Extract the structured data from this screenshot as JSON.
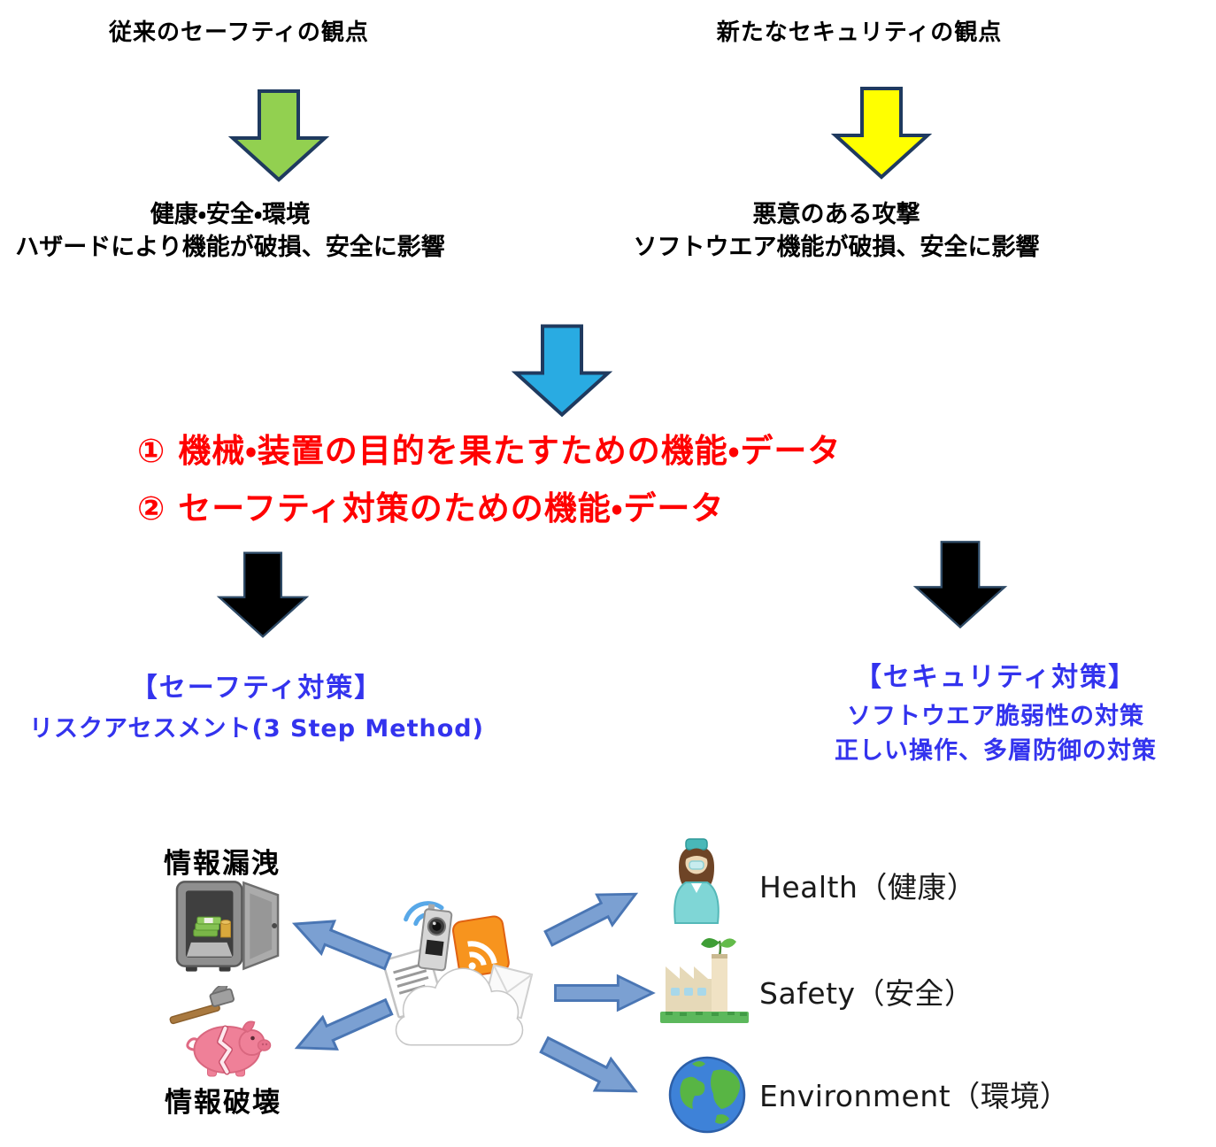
{
  "colors": {
    "arrow_border": "#1f3a5f",
    "green_arrow": "#92d050",
    "yellow_arrow": "#ffff00",
    "blue_arrow": "#29abe2",
    "black_arrow": "#000000",
    "red_text": "#ff0000",
    "blue_text": "#3333ee",
    "illus_arrow_fill": "#7ba0d2",
    "illus_arrow_border": "#4a76b4"
  },
  "headings": {
    "left": "従来のセーフティの観点",
    "right": "新たなセキュリティの観点"
  },
  "safety_view": {
    "line1": "健康・安全・環境",
    "line2": "ハザードにより機能が破損、安全に影響"
  },
  "security_view": {
    "line1": "悪意のある攻撃",
    "line2": "ソフトウエア機能が破損、安全に影響"
  },
  "protection_targets": {
    "line1": "① 機械・装置の目的を果たすための機能・データ",
    "line2": "② セーフティ対策のための機能・データ"
  },
  "safety_measures": {
    "title": "【セーフティ対策】",
    "line1": "リスクアセスメント(3 Step Method)"
  },
  "security_measures": {
    "title": "【セキュリティ対策】",
    "line1": "ソフトウエア脆弱性の対策",
    "line2": "正しい操作、多層防御の対策"
  },
  "illustration": {
    "info_leak_label": "情報漏洩",
    "info_destruction_label": "情報破壊",
    "health_label": "Health（健康）",
    "safety_label": "Safety（安全）",
    "environment_label": "Environment（環境）",
    "icons": [
      "safe-icon",
      "hammer-icon",
      "piggy-bank-icon",
      "iot-cloud-devices-icon",
      "nurse-icon",
      "factory-icon",
      "globe-icon"
    ]
  }
}
